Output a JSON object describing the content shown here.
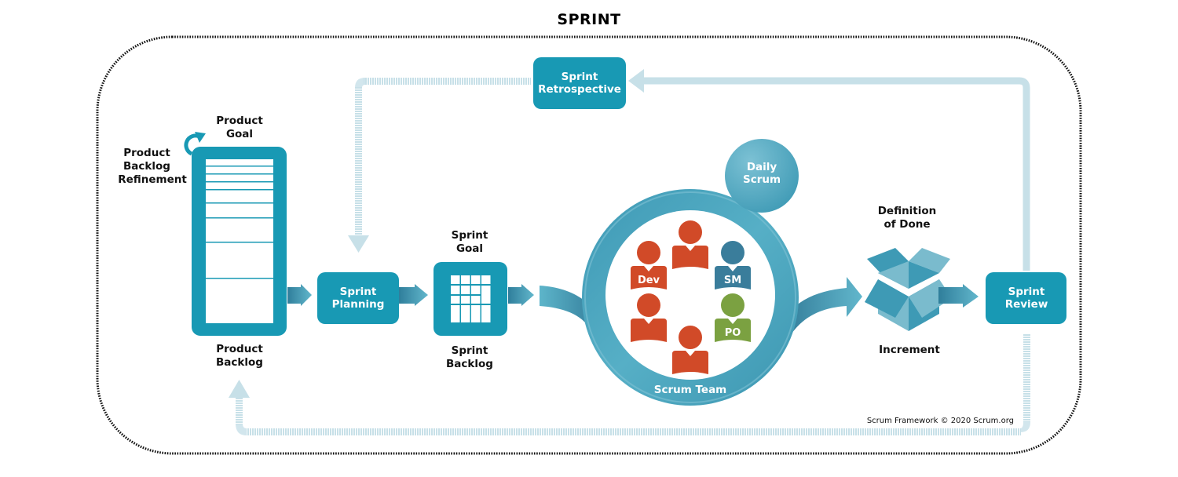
{
  "title": "SPRINT",
  "colors": {
    "teal": "#1899B4",
    "light_line": "#C7E0E8",
    "ring": "#4FA9C2",
    "ring_dark": "#3B95B0",
    "dev": "#D14A28",
    "sm": "#3A7D9B",
    "po": "#7BA141",
    "border": "#111111"
  },
  "product_backlog": {
    "goal_label": [
      "Product",
      "Goal"
    ],
    "refinement_label": [
      "Product",
      "Backlog",
      "Refinement"
    ],
    "label": [
      "Product",
      "Backlog"
    ]
  },
  "sprint_planning": {
    "label": [
      "Sprint",
      "Planning"
    ]
  },
  "sprint_backlog": {
    "goal_label": [
      "Sprint",
      "Goal"
    ],
    "label": [
      "Sprint",
      "Backlog"
    ]
  },
  "sprint_retrospective": {
    "label": [
      "Sprint",
      "Retrospective"
    ]
  },
  "daily_scrum": {
    "label": [
      "Daily",
      "Scrum"
    ]
  },
  "scrum_team": {
    "label": "Scrum Team",
    "members": [
      {
        "role": "",
        "type": "dev"
      },
      {
        "role": "Dev",
        "type": "dev"
      },
      {
        "role": "SM",
        "type": "sm"
      },
      {
        "role": "",
        "type": "dev"
      },
      {
        "role": "PO",
        "type": "po"
      },
      {
        "role": "",
        "type": "dev"
      }
    ]
  },
  "increment": {
    "definition_label": [
      "Definition",
      "of Done"
    ],
    "label": "Increment"
  },
  "sprint_review": {
    "label": [
      "Sprint",
      "Review"
    ]
  },
  "copyright": "Scrum Framework © 2020 Scrum.org"
}
